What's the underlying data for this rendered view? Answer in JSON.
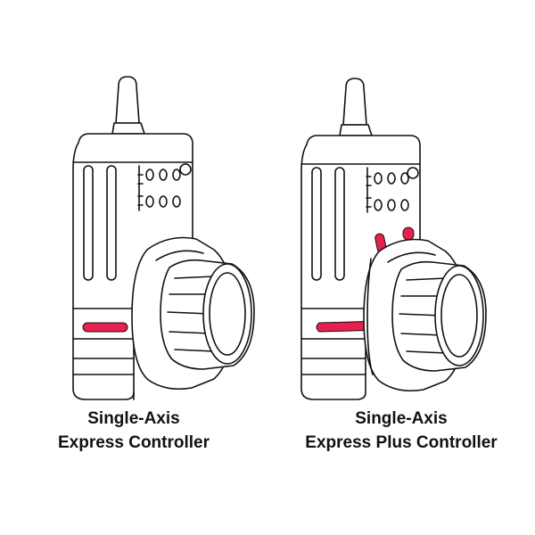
{
  "products": [
    {
      "name_line1": "Single-Axis",
      "name_line2": "Express Controller",
      "accent_color": "#e8204f"
    },
    {
      "name_line1": "Single-Axis",
      "name_line2": "Express Plus Controller",
      "accent_color": "#e8204f"
    }
  ],
  "icons": [
    "controller-illustration",
    "focus-knob",
    "antenna",
    "accent-indicator"
  ]
}
